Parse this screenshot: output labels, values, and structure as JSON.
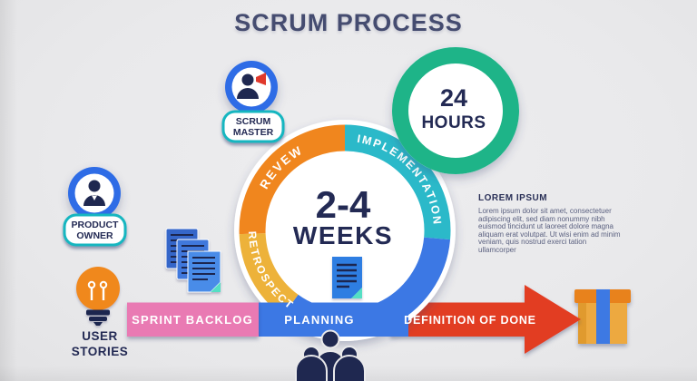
{
  "title": "SCRUM PROCESS",
  "sprint_ring": {
    "duration_value": "2-4",
    "duration_unit": "WEEKS",
    "segments": {
      "review": "REVEW",
      "implementation": "IMPLEMENTATION",
      "retrospect": "RETROSPECT",
      "planning": "PLANNING"
    }
  },
  "daily_standup": {
    "value": "24",
    "unit": "HOURS"
  },
  "roles": {
    "scrum_master": {
      "line1": "SCRUM",
      "line2": "MASTER"
    },
    "product_owner": {
      "line1": "PRODUCT",
      "line2": "OWNER"
    }
  },
  "user_stories": {
    "line1": "USER",
    "line2": "STORIES"
  },
  "flow_bar": {
    "sprint_backlog": "SPRINT BACKLOG",
    "definition_of_done": "DEFINITION OF DONE"
  },
  "description": {
    "heading": "LOREM IPSUM",
    "body": "Lorem ipsum dolor sit amet, consectetuer adipiscing elit, sed diam nonummy nibh euismod tincidunt ut laoreet dolore magna aliquam erat volutpat. Ut wisi enim ad minim veniam, quis nostrud exerci tation ullamcorper"
  },
  "colors": {
    "teal_arc": "#2bb9c9",
    "blue": "#3c78e4",
    "orange": "#f0861e",
    "amber": "#edb23a",
    "green_ring": "#1eb488",
    "pink": "#e97ab3",
    "red": "#e23c22",
    "navy": "#232a54",
    "pill_border": "#12b6c0",
    "background": "#e9e9eb"
  }
}
